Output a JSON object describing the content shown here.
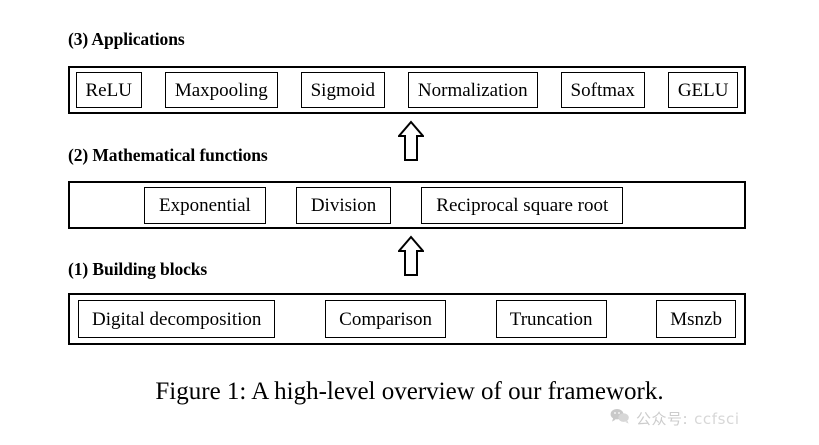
{
  "figure": {
    "caption": "Figure 1: A high-level overview of our framework.",
    "levels": [
      {
        "id": "building-blocks",
        "heading": "(1) Building blocks",
        "items": [
          "Digital decomposition",
          "Comparison",
          "Truncation",
          "Msnzb"
        ]
      },
      {
        "id": "mathematical-functions",
        "heading": "(2) Mathematical functions",
        "items": [
          "Exponential",
          "Division",
          "Reciprocal square root"
        ]
      },
      {
        "id": "applications",
        "heading": "(3) Applications",
        "items": [
          "ReLU",
          "Maxpooling",
          "Sigmoid",
          "Normalization",
          "Softmax",
          "GELU"
        ]
      }
    ],
    "arrows": [
      {
        "id": "blocks-to-math",
        "icon": "arrow-up-outline",
        "direction": "up"
      },
      {
        "id": "math-to-apps",
        "icon": "arrow-up-outline",
        "direction": "up"
      }
    ],
    "colors": {
      "background": "#ffffff",
      "stroke": "#000000",
      "text": "#000000",
      "watermark": "#c4c4c4"
    }
  },
  "watermark": {
    "icon": "wechat-icon",
    "chinese_text": "公众号:",
    "handle": "ccfsci"
  }
}
